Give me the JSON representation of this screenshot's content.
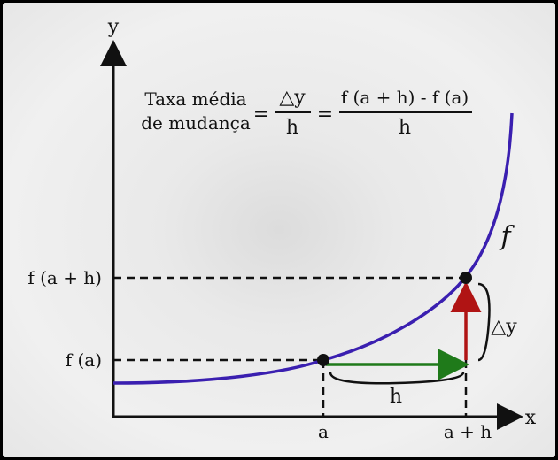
{
  "axes": {
    "x_label": "x",
    "y_label": "y"
  },
  "function_label": "f",
  "points": {
    "a_label": "a",
    "a_plus_h_label": "a + h",
    "fa_label": "f (a)",
    "fah_label": "f (a + h)"
  },
  "intervals": {
    "h_label": "h",
    "dy_label": "△y"
  },
  "formula": {
    "lhs_line1": "Taxa média",
    "lhs_line2": "de mudança",
    "eq": "=",
    "frac1_num": "△y",
    "frac1_den": "h",
    "frac2_num": "f (a + h) - f (a)",
    "frac2_den": "h"
  },
  "colors": {
    "curve": "#3a1fb0",
    "h_arrow": "#1f7a1a",
    "dy_arrow": "#b01414"
  }
}
